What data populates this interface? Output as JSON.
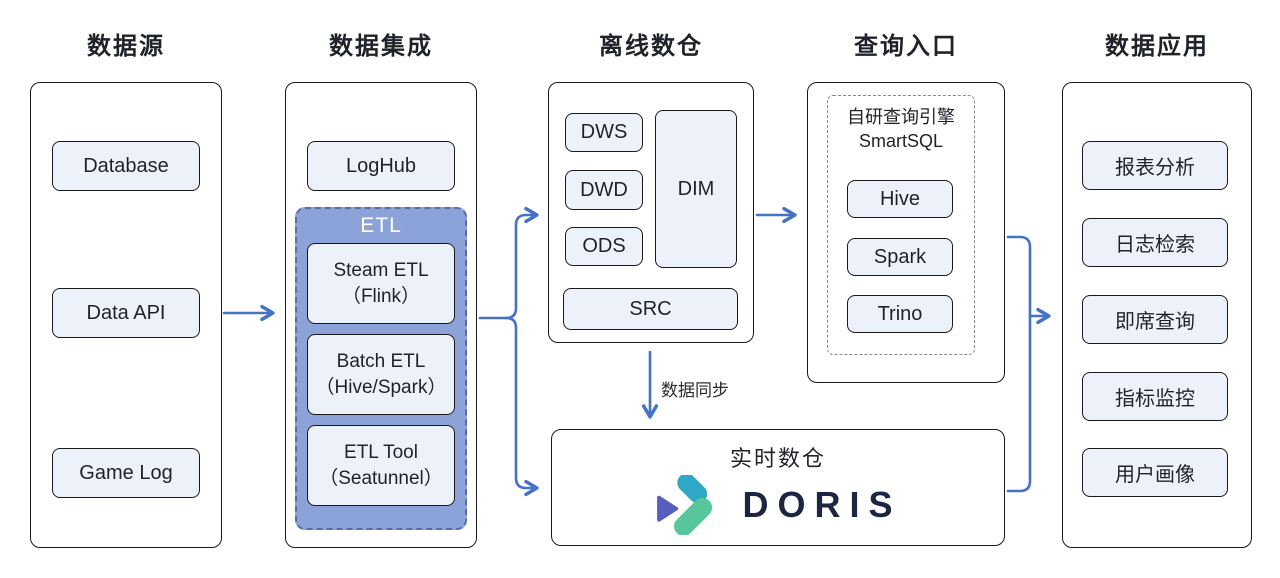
{
  "columns": [
    {
      "title": "数据源",
      "items": [
        "Database",
        "Data API",
        "Game Log"
      ]
    },
    {
      "title": "数据集成",
      "loghub": "LogHub",
      "etl": {
        "label": "ETL",
        "items": [
          {
            "line1": "Steam ETL",
            "line2": "（Flink）"
          },
          {
            "line1": "Batch ETL",
            "line2": "（Hive/Spark）"
          },
          {
            "line1": "ETL Tool",
            "line2": "（Seatunnel）"
          }
        ]
      }
    },
    {
      "title": "离线数仓",
      "layers": [
        "DWS",
        "DWD",
        "ODS"
      ],
      "dim": "DIM",
      "src": "SRC"
    },
    {
      "title": "查询入口",
      "engine": {
        "line1": "自研查询引擎",
        "line2": "SmartSQL",
        "items": [
          "Hive",
          "Spark",
          "Trino"
        ]
      }
    },
    {
      "title": "数据应用",
      "items": [
        "报表分析",
        "日志检索",
        "即席查询",
        "指标监控",
        "用户画像"
      ]
    }
  ],
  "realtime": {
    "title": "实时数仓",
    "logo": "DORIS"
  },
  "arrows": {
    "sync_label": "数据同步"
  },
  "colors": {
    "arrow": "#4472C4",
    "node_fill": "#EDF1FA",
    "etl_fill": "#8CA3D9",
    "doris_navy": "#1E2542",
    "doris_teal": "#2FA8C8",
    "doris_green": "#57C69B",
    "doris_indigo": "#565FC0"
  }
}
